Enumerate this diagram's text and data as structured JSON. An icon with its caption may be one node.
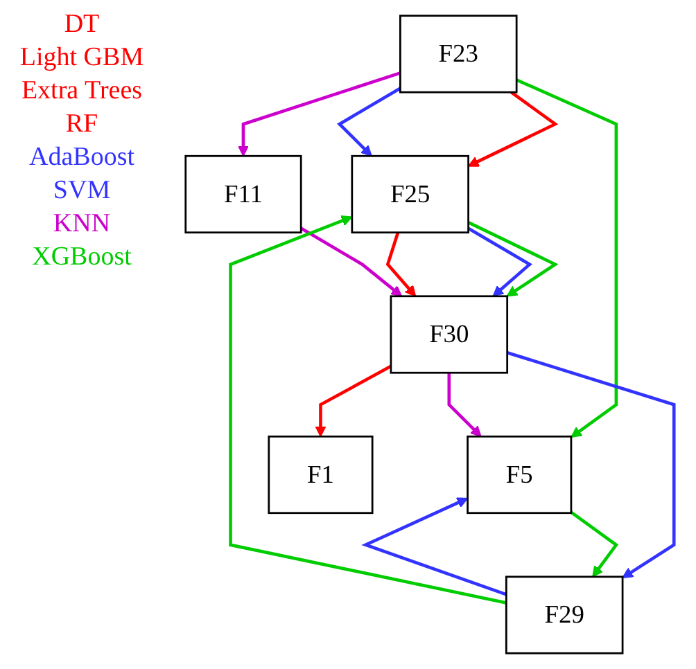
{
  "diagram": {
    "nodes": [
      {
        "text": [
          "F23"
        ]
      },
      {
        "text": [
          "F25"
        ]
      },
      {
        "text": [
          "F11"
        ]
      },
      {
        "text": [
          "F5"
        ]
      },
      {
        "text": [
          "F30"
        ]
      },
      {
        "text": [
          "F1"
        ]
      },
      {
        "text": [
          "F29"
        ]
      }
    ],
    "edges": [
      {
        "from": 0,
        "to": 1,
        "arrow": "to",
        "color": "#ff0000"
      },
      {
        "from": 0,
        "to": 1,
        "arrow": "to",
        "color": "#3333ff"
      },
      {
        "from": 0,
        "to": 2,
        "arrow": "to",
        "color": "#cc00cc"
      },
      {
        "from": 0,
        "to": 3,
        "arrow": "to",
        "color": "#00cc00"
      },
      {
        "from": 1,
        "to": 4,
        "arrow": "to",
        "color": "#00cc00"
      },
      {
        "from": 1,
        "to": 4,
        "arrow": "to",
        "color": "#3333ff"
      },
      {
        "from": 1,
        "to": 4,
        "arrow": "to",
        "color": "#ff0000"
      },
      {
        "from": 2,
        "to": 4,
        "arrow": "to",
        "color": "#cc00cc"
      },
      {
        "from": 4,
        "to": 3,
        "arrow": "to",
        "color": "#cc00cc"
      },
      {
        "from": 4,
        "to": 5,
        "arrow": "to",
        "color": "#ff0000"
      },
      {
        "from": 4,
        "to": 6,
        "arrow": "to",
        "color": "#3333ff"
      },
      {
        "from": 3,
        "to": 6,
        "arrow": "to",
        "color": "#00cc00"
      },
      {
        "from": 6,
        "to": 3,
        "arrow": "to",
        "color": "#3333ff"
      },
      {
        "from": 6,
        "to": 1,
        "arrow": "to",
        "color": "#00cc00"
      }
    ],
    "legend": [
      {
        "text": "DT",
        "color": "#ff0000"
      },
      {
        "text": "Light GBM",
        "color": "#ff0000"
      },
      {
        "text": "Extra Trees",
        "color": "#ff0000"
      },
      {
        "text": "RF",
        "color": "#ff0000"
      },
      {
        "text": "AdaBoost",
        "color": "#3333ff"
      },
      {
        "text": "SVM",
        "color": "#3333ff"
      },
      {
        "text": "KNN",
        "color": "#cc00cc"
      },
      {
        "text": "XGBoost",
        "color": "#00cc00"
      }
    ]
  }
}
